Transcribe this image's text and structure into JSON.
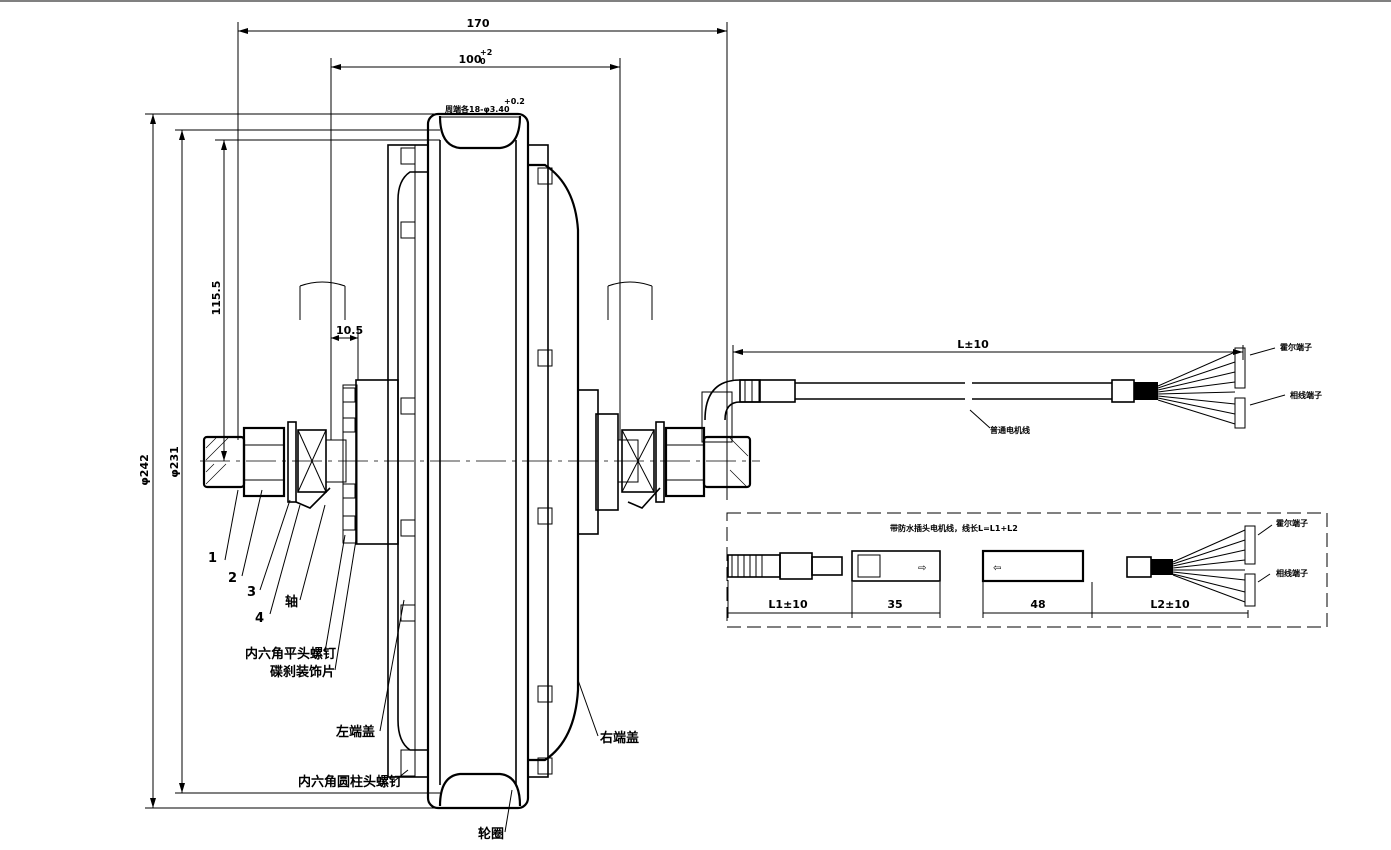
{
  "dimensions": {
    "overall_width": "170",
    "hub_width": "100",
    "hub_width_tol_upper": "+2",
    "hub_width_tol_lower": "0",
    "spoke_holes": "周端各18-φ3.4",
    "spoke_holes_tol_upper": "+0.2",
    "spoke_holes_tol_lower": "0",
    "dia_outer": "φ242",
    "dia_inner": "φ231",
    "height_axle": "115.5",
    "offset": "10.5",
    "cable_length": "L±10",
    "L1": "L1±10",
    "connector_a": "35",
    "connector_b": "48",
    "L2": "L2±10"
  },
  "labels": {
    "part1": "1",
    "part2": "2",
    "part3": "3",
    "part4": "4",
    "axle": "轴",
    "hex_flat_screw": "内六角平头螺钉",
    "brake_cover": "碟刹装饰片",
    "left_end_cap": "左端盖",
    "hex_socket_screw": "内六角圆柱头螺钉",
    "rim": "轮圈",
    "right_end_cap": "右端盖",
    "hall_terminal_top": "霍尔端子",
    "phase_terminal_top": "相线端子",
    "normal_cable": "普通电机线",
    "plug_cable_note": "带防水插头电机线，线长L=L1+L2",
    "hall_terminal_bottom": "霍尔端子",
    "phase_terminal_bottom": "相线端子"
  }
}
